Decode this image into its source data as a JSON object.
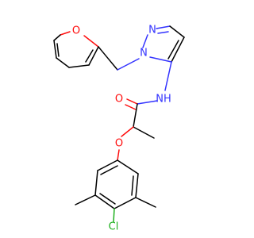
{
  "molecule": {
    "atom_labels": {
      "furan_oxygen": "O",
      "pyrazole_n2": "N",
      "pyrazole_n1": "N",
      "amide_nh": "NH",
      "carbonyl_oxygen": "O",
      "ether_oxygen": "O",
      "chlorine": "Cl"
    },
    "colors": {
      "nitrogen": "#3333ff",
      "oxygen": "#ff0d0d",
      "chlorine": "#1fb01f",
      "carbon": "#000000"
    }
  }
}
